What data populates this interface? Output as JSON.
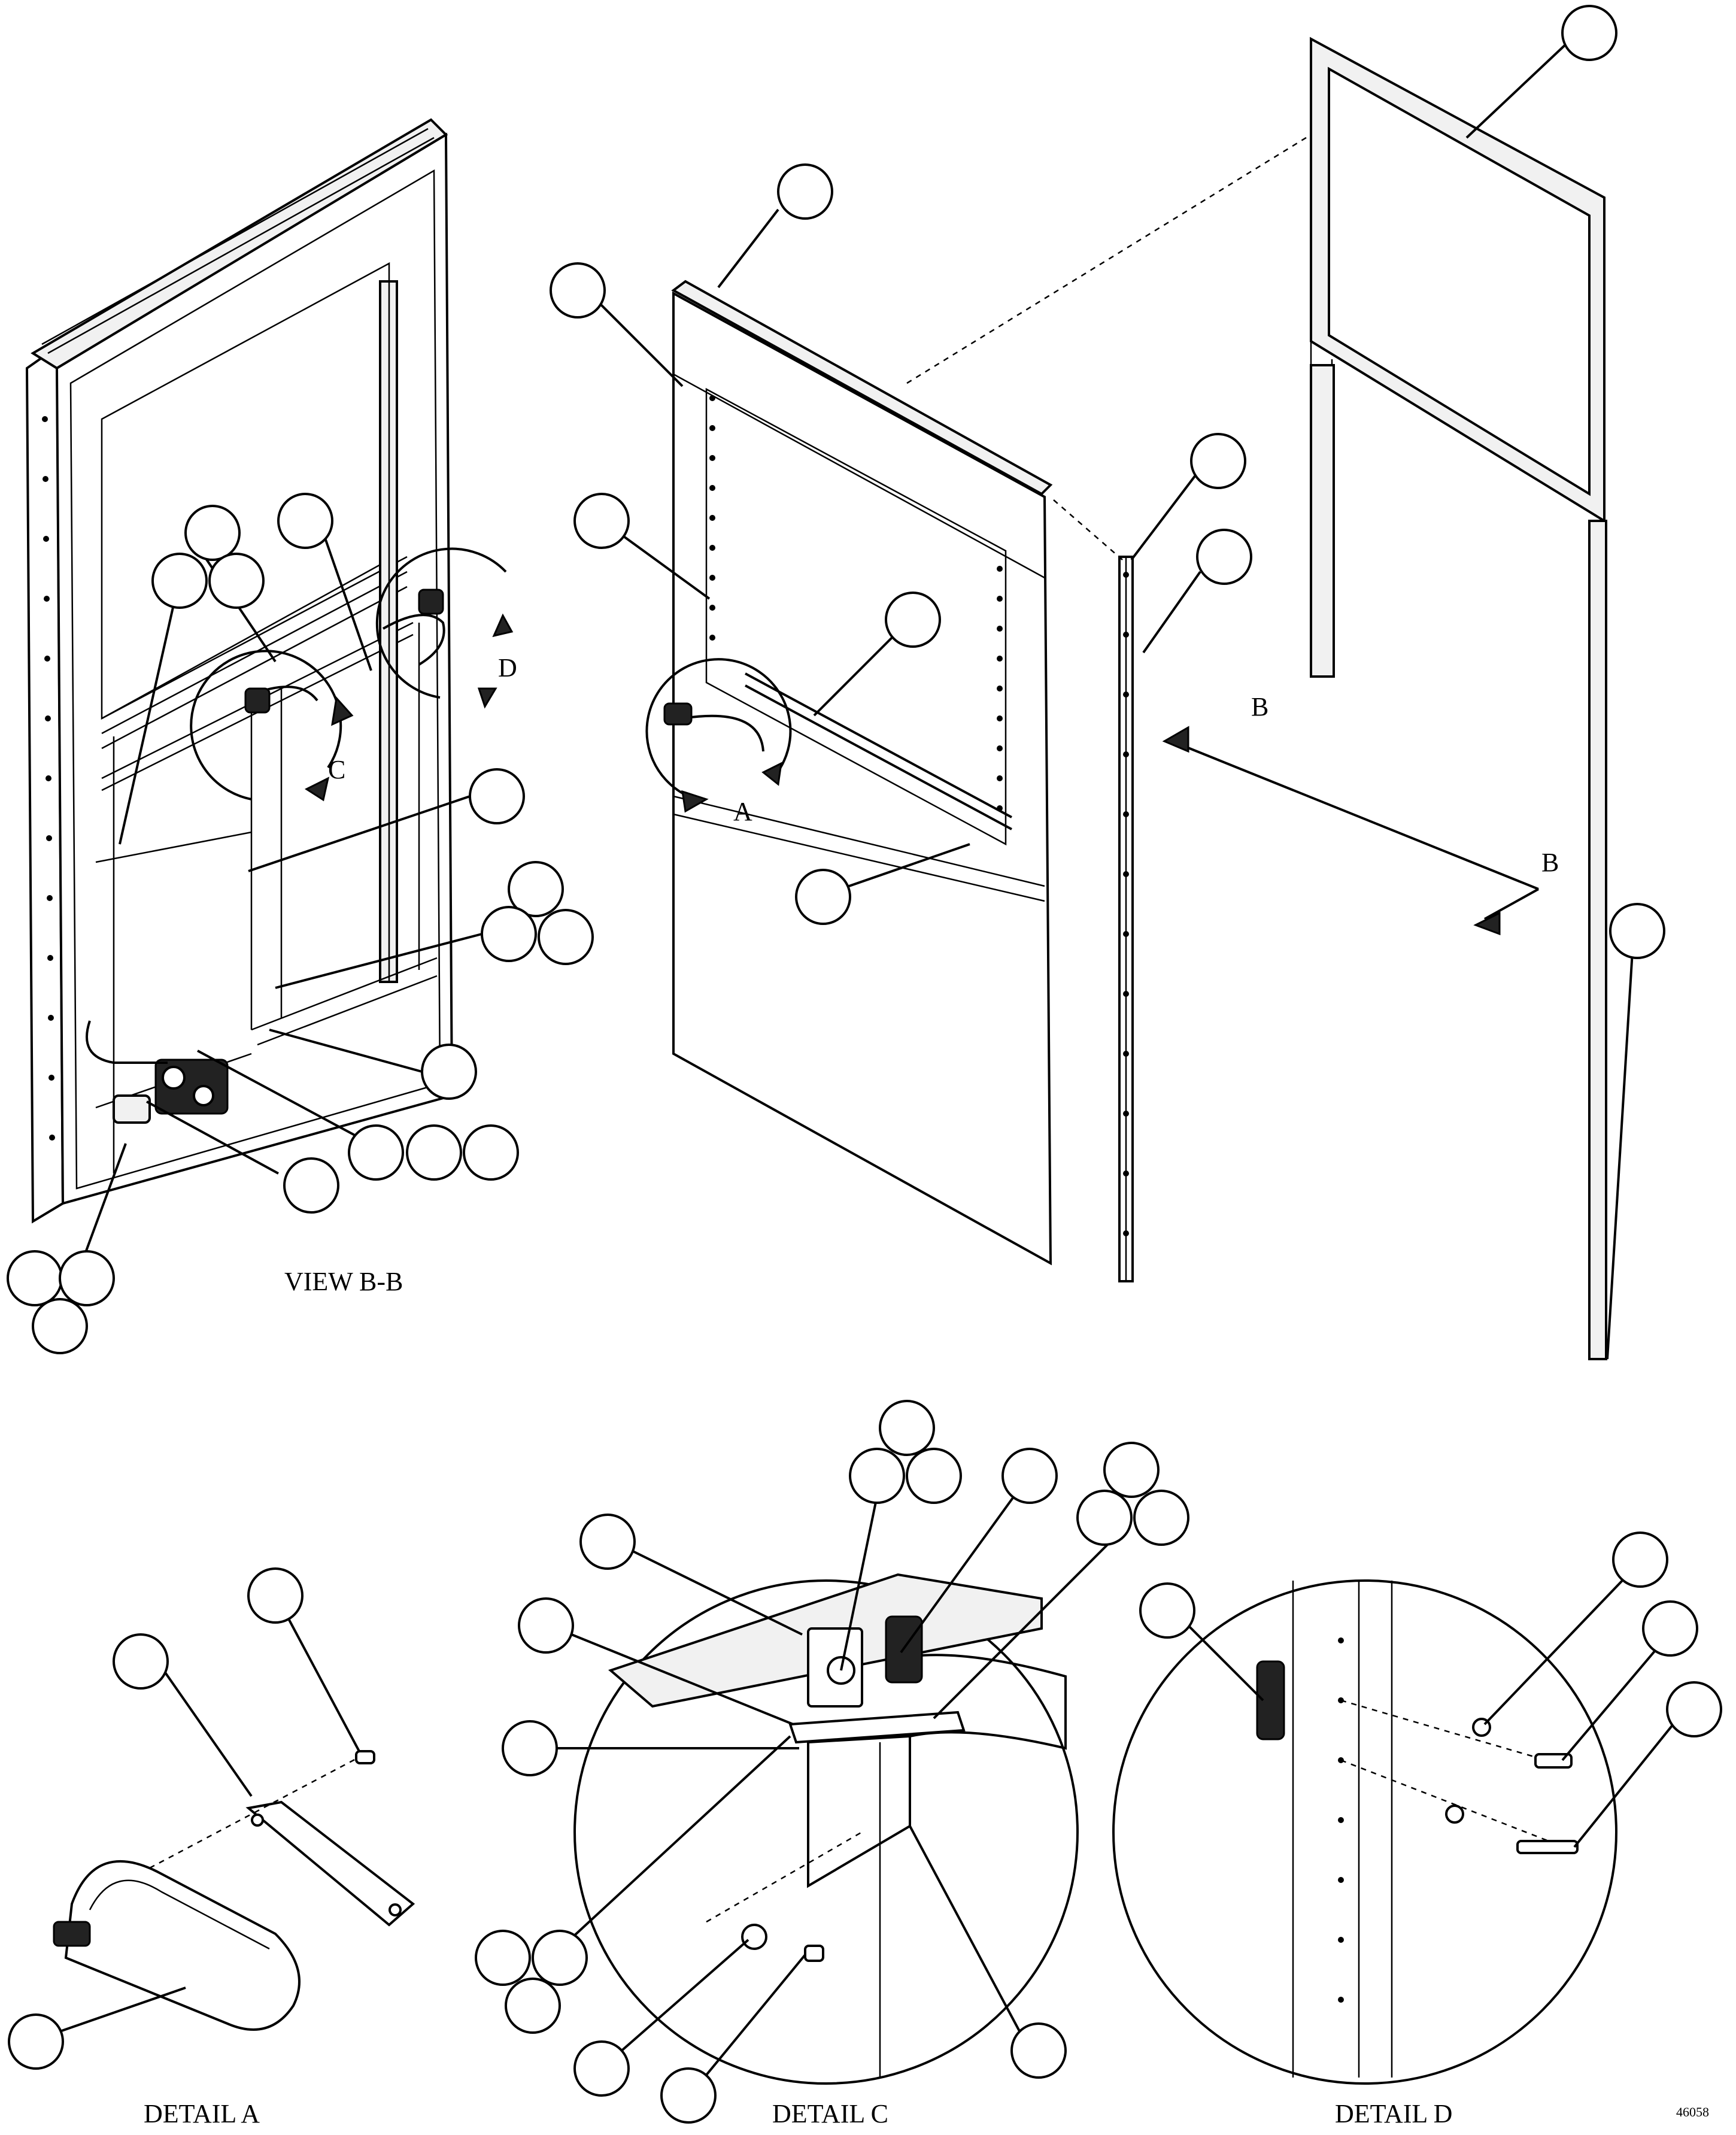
{
  "labels": {
    "view_bb": "VIEW B-B",
    "section_b_upper": "B",
    "section_b_lower": "B",
    "detail_letter_a": "A",
    "detail_letter_c": "C",
    "detail_letter_d": "D",
    "detail_a_caption": "DETAIL A",
    "detail_c_caption": "DETAIL C",
    "detail_d_caption": "DETAIL D",
    "drawing_number": "46058"
  }
}
